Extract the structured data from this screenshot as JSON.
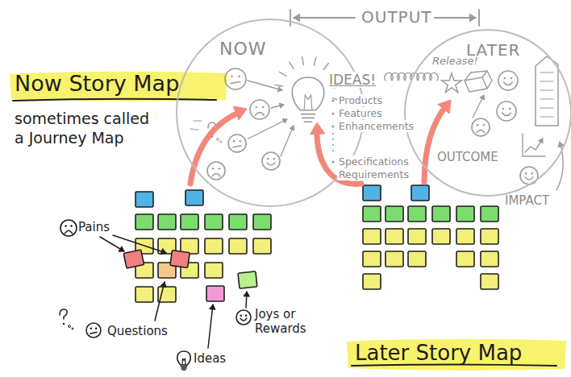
{
  "diagram": {
    "nodes": [
      {
        "text": [
          "NOW"
        ]
      },
      {
        "text": [
          "LATER"
        ]
      }
    ],
    "labels": [
      "OUTPUT",
      "IDEAS!",
      "Products",
      "Features",
      "Enhancements",
      "Specifications",
      "Requirements",
      "Release!",
      "OUTCOME",
      "IMPACT",
      "Now Story Map",
      "sometimes called a Journey Map",
      "Pains",
      "Questions",
      "Ideas",
      "Joys or Rewards",
      "Later Story Map"
    ]
  }
}
